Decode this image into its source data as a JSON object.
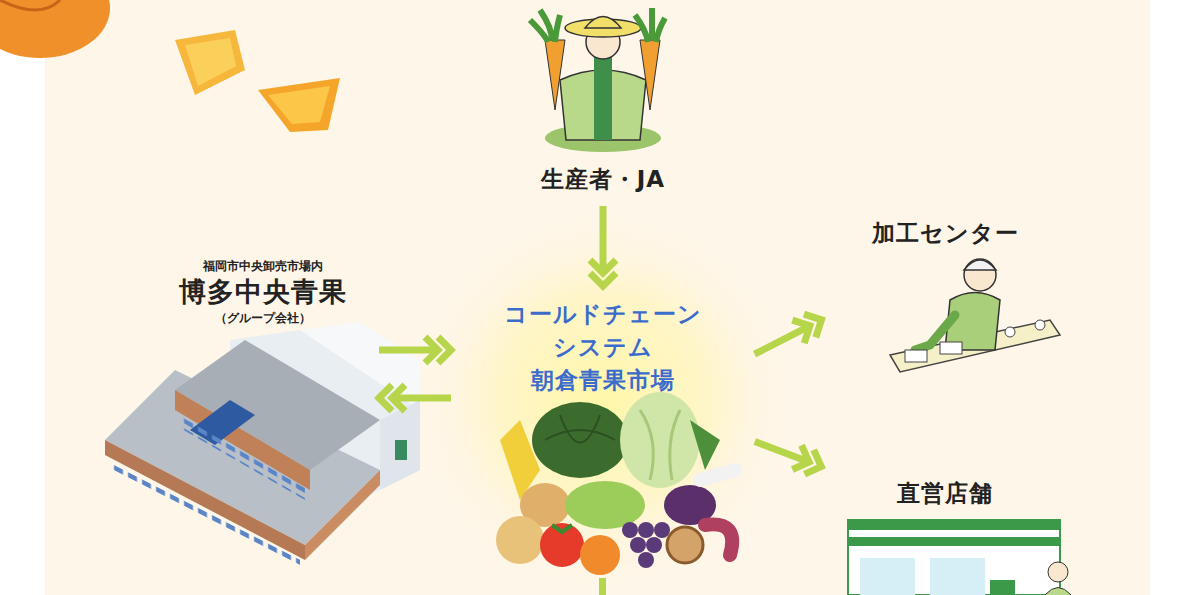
{
  "diagram": {
    "nodes": [
      {
        "text": [
          "生産者・JA"
        ]
      },
      {
        "text": [
          "コールドチェーン システム 朝倉青果市場"
        ]
      },
      {
        "text": [
          "福岡市中央卸売市場内",
          "博多中央青果",
          "（グループ会社）"
        ]
      },
      {
        "text": [
          "加工センター"
        ]
      },
      {
        "text": [
          "直営店舗"
        ]
      }
    ],
    "edges": [
      {
        "from": 0,
        "to": 1,
        "arrow": "to"
      },
      {
        "from": 2,
        "to": 1,
        "arrow": "to"
      },
      {
        "from": 1,
        "to": 2,
        "arrow": "to"
      },
      {
        "from": 1,
        "to": 3,
        "arrow": "to"
      },
      {
        "from": 1,
        "to": 4,
        "arrow": "to"
      }
    ]
  }
}
